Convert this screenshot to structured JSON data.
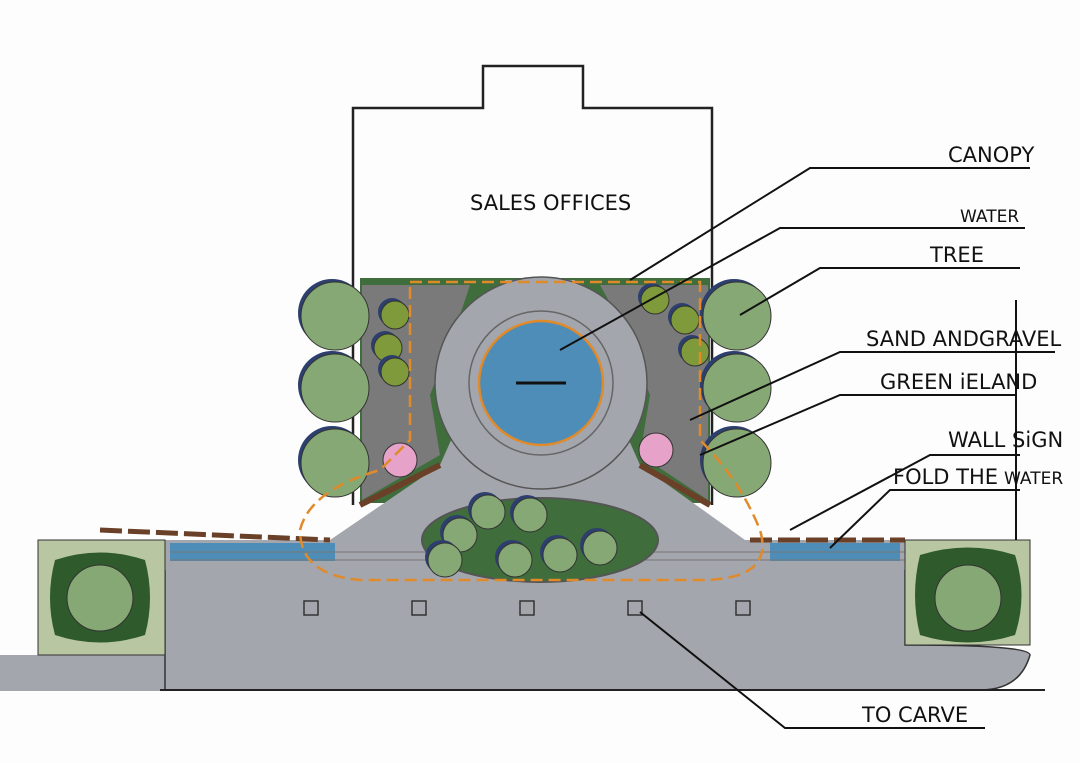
{
  "title": "SALES   OFFICES",
  "labels": {
    "canopy": "CANOPY",
    "water": "WATER",
    "tree": "TREE",
    "sand_gravel": "SAND ANDGRAVEL",
    "green_island": "GREEN iELAND",
    "wall_sign": "WALL SiGN",
    "fold_the": "FOLD THE",
    "fold_water": "WATER",
    "to_carve": "TO CARVE"
  },
  "colors": {
    "planting": "#3f6d3c",
    "tree": "#86a874",
    "tree_edge": "#2d3f6e",
    "paving": "#a4a6ad",
    "water": "#4e8db8",
    "outline_orange": "#e08a2a",
    "pink_tree": "#e6a2c8",
    "planter_bg": "#b9c6a2",
    "wall": "#6b4028"
  }
}
